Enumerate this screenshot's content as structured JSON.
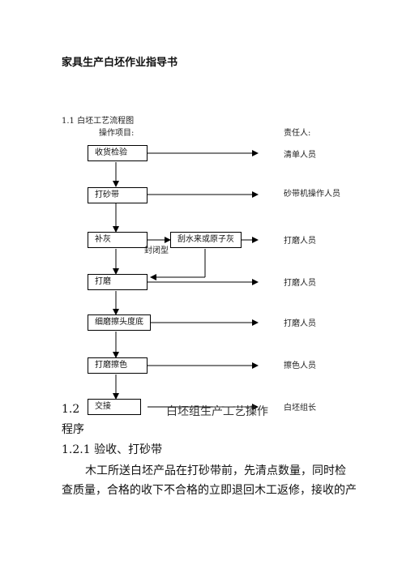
{
  "document": {
    "title": "家具生产白坯作业指导书",
    "section_1_1": "1.1 白坯工艺流程图",
    "col_operation": "操作项目:",
    "col_responsible": "责任人:",
    "steps": [
      {
        "label": "收货检验",
        "responsible": "清单人员"
      },
      {
        "label": "打砂带",
        "responsible": "砂带机操作人员"
      },
      {
        "label": "补灰",
        "responsible": "打磨人员"
      },
      {
        "label": "打磨",
        "responsible": "打磨人员"
      },
      {
        "label": "细磨擦头度底",
        "responsible": "打磨人员"
      },
      {
        "label": "打磨擦色",
        "responsible": "擦色人员"
      },
      {
        "label": "交接",
        "responsible": "白坯组长"
      }
    ],
    "side_box": "刮水来或原子灰",
    "side_note": "封闭型",
    "section_1_2_num": "1.2",
    "section_1_2_title": "白坯组生产工艺操作",
    "section_1_2_cont": "程序",
    "section_1_2_1": "1.2.1 验收、打砂带",
    "para_line1": "木工所送白坯产品在打砂带前，先清点数量，同时检",
    "para_line2": "查质量，合格的收下不合格的立即退回木工返修，接收的产"
  }
}
